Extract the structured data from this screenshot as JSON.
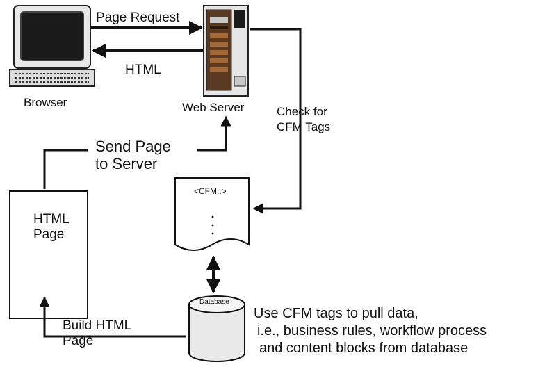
{
  "nodes": {
    "browser": {
      "label": "Browser"
    },
    "web_server": {
      "label": "Web Server"
    },
    "html_page": {
      "label": "HTML\nPage"
    },
    "cfm_doc": {
      "label": "<CFM..>"
    },
    "database": {
      "label": "Database"
    }
  },
  "edges": {
    "page_request": {
      "label": "Page Request"
    },
    "html_response": {
      "label": "HTML"
    },
    "check_cfm": {
      "label": "Check for\nCFM Tags"
    },
    "send_page": {
      "label": "Send Page\nto Server"
    },
    "build_html": {
      "label": "Build HTML\nPage"
    }
  },
  "note": {
    "line1": "Use CFM tags to pull data,",
    "line2": "i.e., business rules, workflow process",
    "line3": "and content blocks from database"
  }
}
